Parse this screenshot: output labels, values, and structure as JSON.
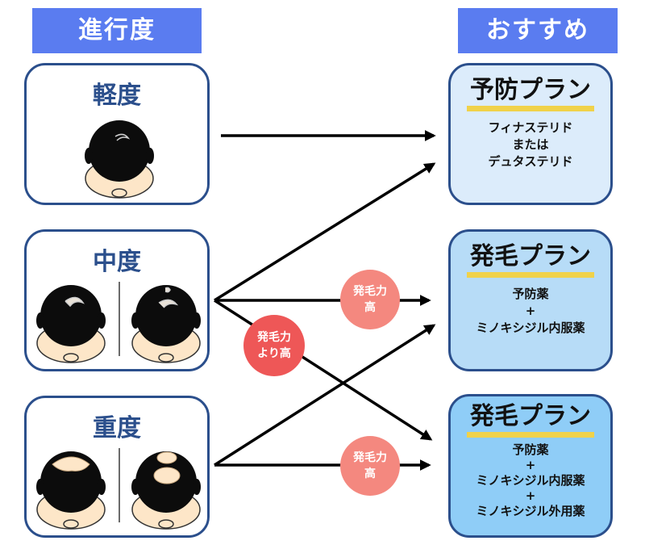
{
  "headers": {
    "left": "進行度",
    "right": "おすすめ"
  },
  "stages": [
    {
      "label": "軽度"
    },
    {
      "label": "中度"
    },
    {
      "label": "重度"
    }
  ],
  "plans": [
    {
      "title": "予防プラン",
      "lines": [
        "フィナステリド",
        "または",
        "デュタステリド"
      ]
    },
    {
      "title": "発毛プラン",
      "lines": [
        "予防薬",
        "+",
        "ミノキシジル内服薬"
      ]
    },
    {
      "title": "発毛プラン",
      "lines": [
        "予防薬",
        "+",
        "ミノキシジル内服薬",
        "+",
        "ミノキシジル外用薬"
      ]
    }
  ],
  "badges": [
    {
      "line1": "発毛力",
      "line2": "高"
    },
    {
      "line1": "発毛力",
      "line2": "より高"
    },
    {
      "line1": "発毛力",
      "line2": "高"
    }
  ],
  "colors": {
    "header_bg": "#5a7cf0",
    "card_border": "#2b4f8c",
    "plan_light": "#dcecfb",
    "plan_mid": "#b7dcf7",
    "plan_deep": "#8fcdf7",
    "badge_light": "#f4887f",
    "badge_strong": "#ee5757",
    "underline": "#f0d24a"
  }
}
